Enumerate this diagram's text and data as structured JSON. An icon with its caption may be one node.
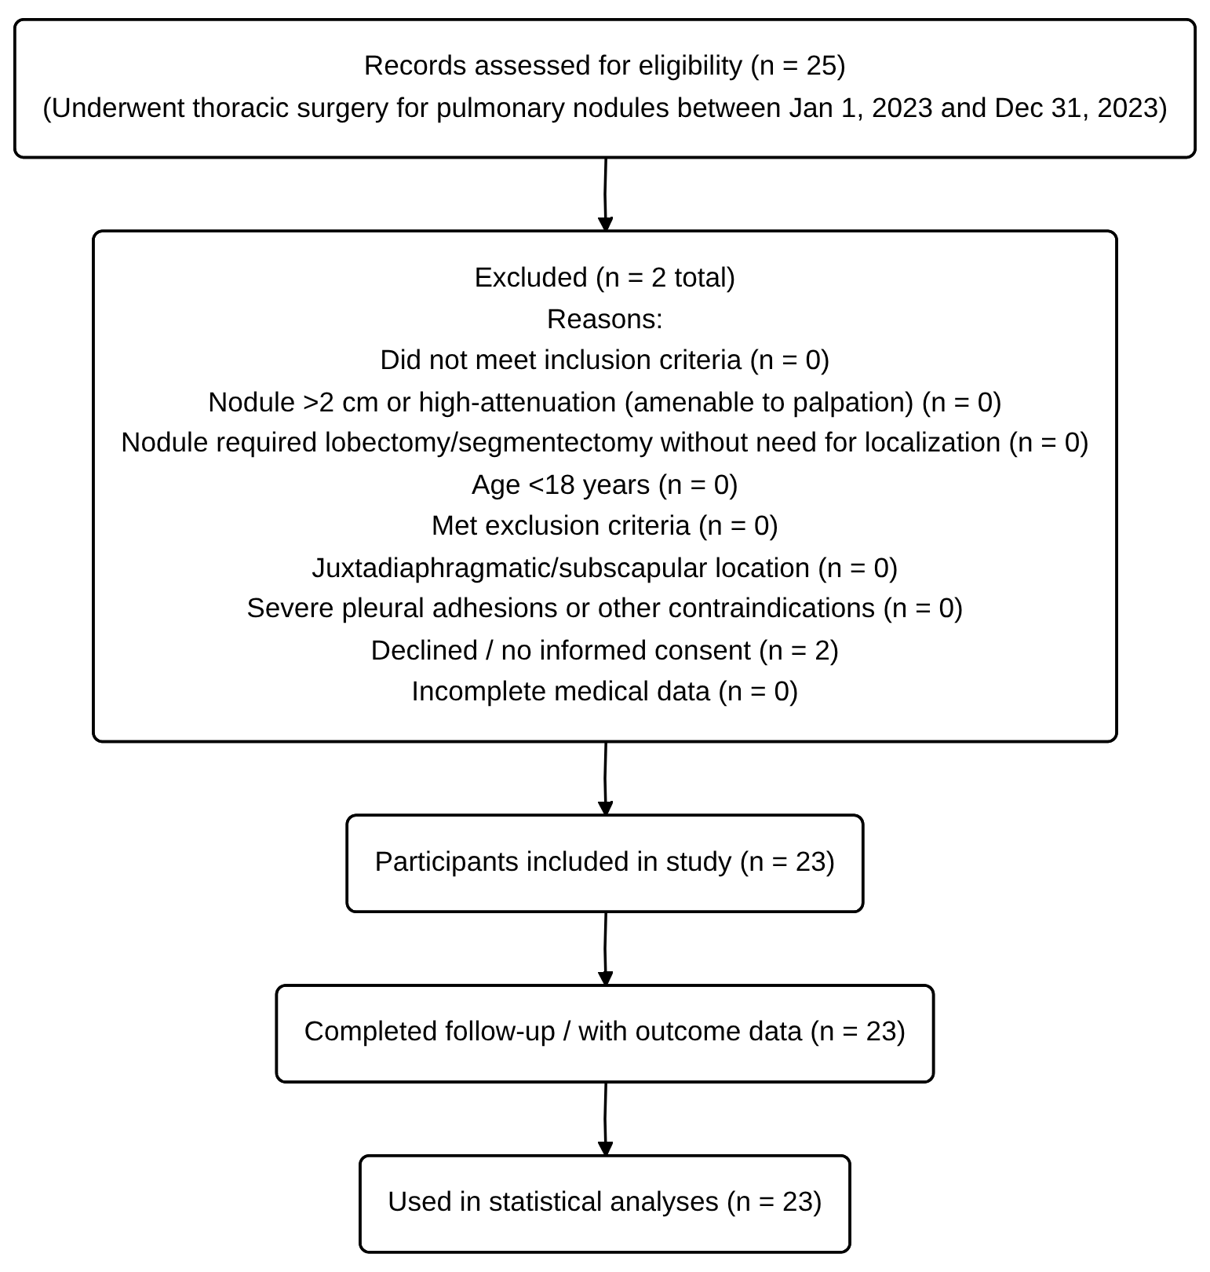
{
  "diagram": {
    "nodes": [
      {
        "text": [
          "Records assessed for eligibility (n = 25)",
          "(Underwent thoracic surgery for pulmonary nodules between Jan 1, 2023 and Dec 31, 2023)"
        ]
      },
      {
        "text": [
          "Excluded (n = 2 total)",
          "Reasons:",
          "Did not meet inclusion criteria (n = 0)",
          "Nodule >2 cm or high-attenuation (amenable to palpation) (n = 0)",
          "Nodule required lobectomy/segmentectomy without need for localization (n = 0)",
          "Age <18 years (n = 0)",
          "Met exclusion criteria (n = 0)",
          "Juxtadiaphragmatic/subscapular location (n = 0)",
          "Severe pleural adhesions or other contraindications (n = 0)",
          "Declined / no informed consent (n = 2)",
          "Incomplete medical data (n = 0)"
        ]
      },
      {
        "text": [
          "Participants included in study (n = 23)"
        ]
      },
      {
        "text": [
          "Completed follow-up / with outcome data (n = 23)"
        ]
      },
      {
        "text": [
          "Used in statistical analyses (n = 23)"
        ]
      }
    ],
    "edges": [
      {
        "from": 0,
        "to": 1,
        "arrow": "to"
      },
      {
        "from": 1,
        "to": 2,
        "arrow": "to"
      },
      {
        "from": 2,
        "to": 3,
        "arrow": "to"
      },
      {
        "from": 3,
        "to": 4,
        "arrow": "to"
      }
    ]
  }
}
